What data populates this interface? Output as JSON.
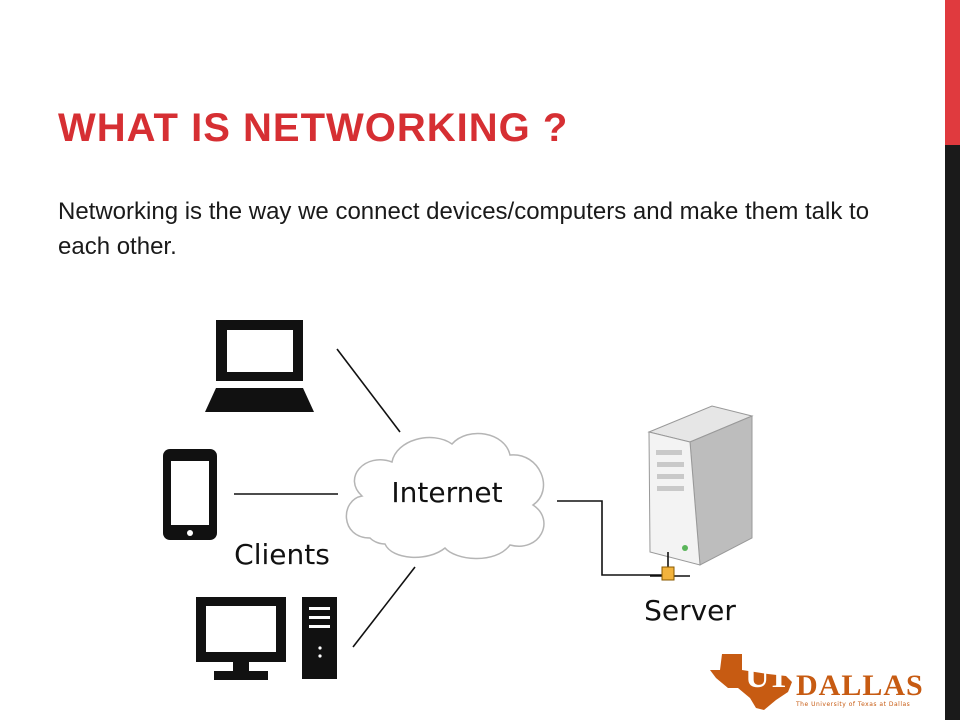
{
  "slide": {
    "title": "WHAT IS NETWORKING ?",
    "body": "Networking is the way we connect devices/computers and make them talk to each other."
  },
  "diagram": {
    "cloud_label": "Internet",
    "clients_label": "Clients",
    "server_label": "Server"
  },
  "logo": {
    "ut": "UT",
    "dallas": "DALLAS",
    "tagline": "The University of Texas at Dallas"
  },
  "colors": {
    "title": "#d62f33",
    "accent_red": "#e03a3e",
    "accent_black": "#1a1a1a",
    "logo_orange": "#c75b12",
    "connector_gold": "#f2b33d"
  },
  "icons": [
    "laptop-icon",
    "smartphone-icon",
    "desktop-monitor-icon",
    "desktop-tower-icon",
    "cloud-icon",
    "server-icon",
    "network-connector-icon",
    "texas-map-icon"
  ]
}
